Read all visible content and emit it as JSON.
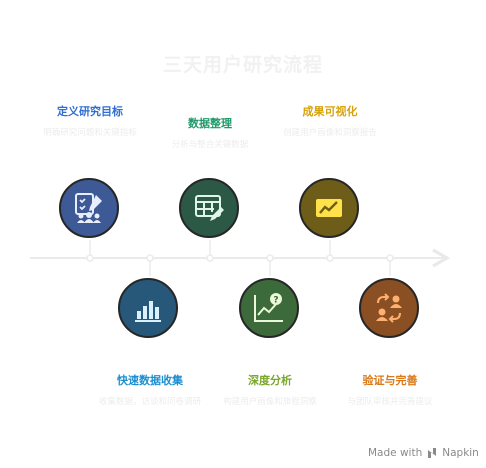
{
  "title": "三天用户研究流程",
  "steps": [
    {
      "label": "定义研究目标",
      "desc": "明确研究问题和关键指标",
      "color": "#2f6fd1",
      "circle": "#3d5a96",
      "icon": "clipboard-team-icon"
    },
    {
      "label": "快速数据收集",
      "desc": "收集数据，访谈和问卷调研",
      "color": "#1d8fd0",
      "circle": "#27587a",
      "icon": "bar-chart-icon"
    },
    {
      "label": "数据整理",
      "desc": "分析与整合关键数据",
      "color": "#1f9a6a",
      "circle": "#2c5846",
      "icon": "table-edit-icon"
    },
    {
      "label": "深度分析",
      "desc": "构建用户画像和旅程洞察",
      "color": "#7aa82a",
      "circle": "#3d6a3a",
      "icon": "trend-question-icon"
    },
    {
      "label": "成果可视化",
      "desc": "创建用户画像和洞察报告",
      "color": "#d7a20a",
      "circle": "#6d5d19",
      "icon": "line-chart-icon"
    },
    {
      "label": "验证与完善",
      "desc": "与团队审核并完善建议",
      "color": "#d9791a",
      "circle": "#8a4f22",
      "icon": "user-exchange-icon"
    }
  ],
  "watermark": {
    "text": "Made with",
    "brand": "Napkin"
  }
}
